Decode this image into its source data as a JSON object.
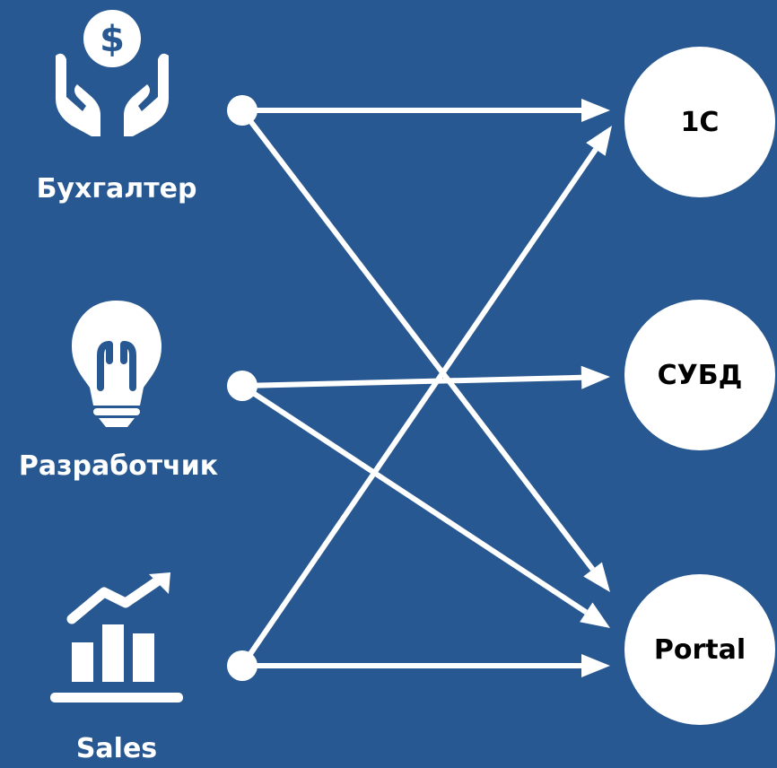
{
  "colors": {
    "background": "#285891",
    "foreground": "#ffffff",
    "node_text": "#000000"
  },
  "roles": [
    {
      "id": "accountant",
      "label": "Бухгалтер",
      "icon": "money-hands-icon"
    },
    {
      "id": "developer",
      "label": "Разработчик",
      "icon": "lightbulb-icon"
    },
    {
      "id": "sales",
      "label": "Sales",
      "icon": "growth-chart-icon"
    }
  ],
  "systems": [
    {
      "id": "1c",
      "label": "1C"
    },
    {
      "id": "dbms",
      "label": "СУБД"
    },
    {
      "id": "portal",
      "label": "Portal"
    }
  ],
  "connections": [
    {
      "from": "accountant",
      "to": "1c"
    },
    {
      "from": "accountant",
      "to": "portal"
    },
    {
      "from": "developer",
      "to": "dbms"
    },
    {
      "from": "developer",
      "to": "portal"
    },
    {
      "from": "sales",
      "to": "1c"
    },
    {
      "from": "sales",
      "to": "portal"
    }
  ]
}
